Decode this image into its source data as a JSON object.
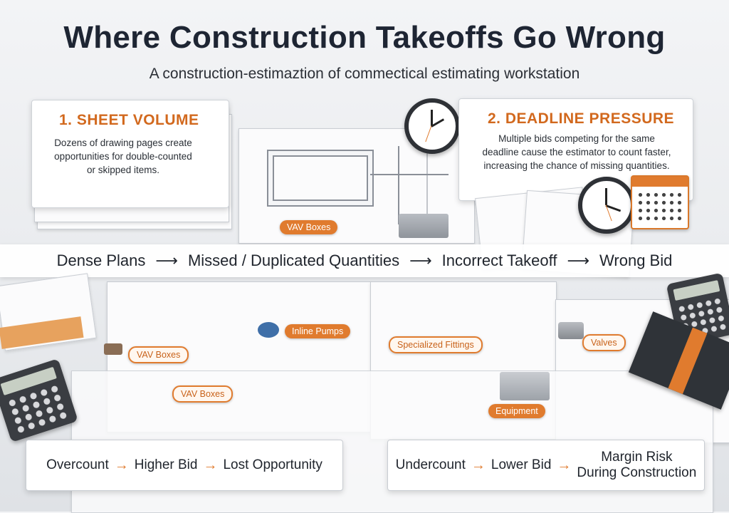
{
  "header": {
    "title": "Where Construction Takeoffs Go Wrong",
    "subtitle": "A construction-estimaztion of commectical estimating workstation"
  },
  "card_sheet_volume": {
    "heading": "1. SHEET VOLUME",
    "body": "Dozens of drawing pages create opportunities for double-counted or skipped items."
  },
  "card_deadline": {
    "heading": "2. DEADLINE PRESSURE",
    "body": "Multiple bids competing for the same deadline cause the estimator to count faster, increasing the chance of missing quantities."
  },
  "flow": {
    "steps": [
      "Dense Plans",
      "Missed / Duplicated Quantities",
      "Incorrect Takeoff",
      "Wrong Bid"
    ],
    "arrow": "⟶"
  },
  "tags": {
    "vav_top": "VAV Boxes",
    "vav_mid": "VAV Boxes",
    "vav_low": "VAV Boxes",
    "inline_pumps": "Inline Pumps",
    "fittings": "Specialized Fittings",
    "valves": "Valves",
    "equipment": "Equipment"
  },
  "outcome_over": {
    "a": "Overcount",
    "b": "Higher Bid",
    "c": "Lost Opportunity",
    "arrow": "→"
  },
  "outcome_under": {
    "a": "Undercount",
    "b": "Lower Bid",
    "c1": "Margin Risk",
    "c2": "During Construction",
    "arrow": "→"
  },
  "colors": {
    "accent": "#e07b2e",
    "heading_orange": "#d2691e",
    "title_dark": "#1e2533"
  },
  "icons": [
    "clock-icon",
    "calendar-icon",
    "calculator-icon",
    "valve-icon",
    "pump-icon",
    "equipment-icon"
  ]
}
